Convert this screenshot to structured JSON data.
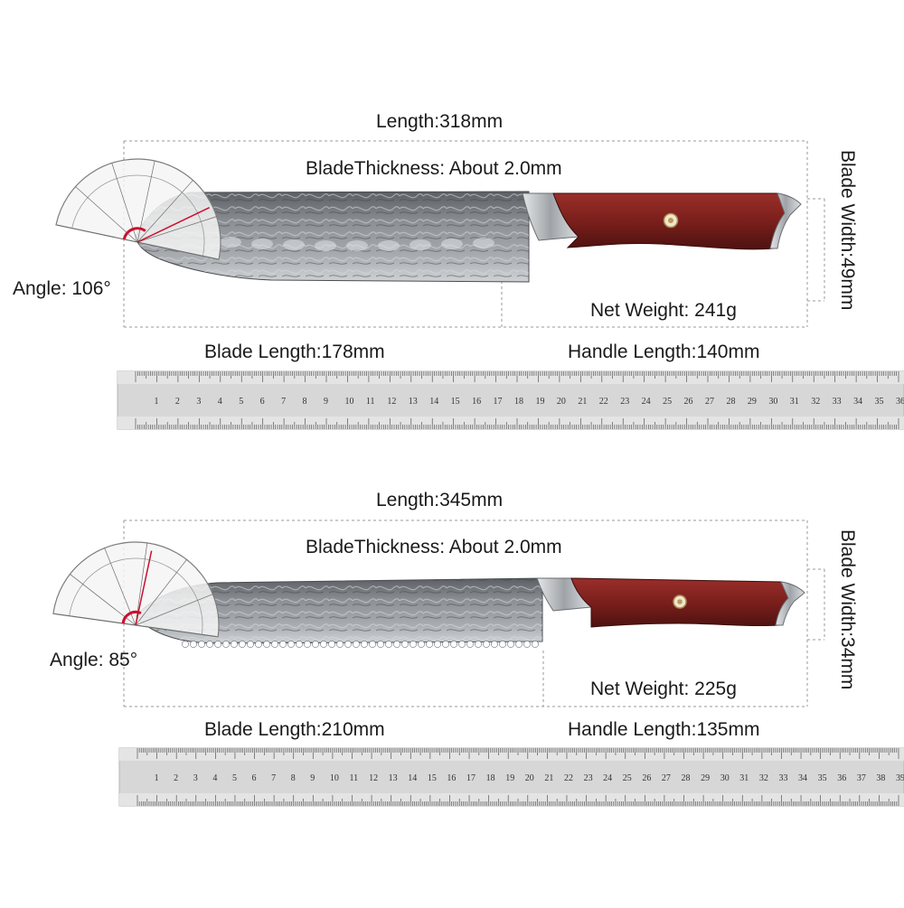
{
  "knives": [
    {
      "length": "Length:318mm",
      "blade_thickness": "BladeThickness: About 2.0mm",
      "blade_width": "Blade Width:49mm",
      "angle": "Angle: 106°",
      "net_weight": "Net Weight: 241g",
      "blade_length": "Blade Length:178mm",
      "handle_length": "Handle Length:140mm",
      "ruler_max": 36
    },
    {
      "length": "Length:345mm",
      "blade_thickness": "BladeThickness: About 2.0mm",
      "blade_width": "Blade Width:34mm",
      "angle": "Angle: 85°",
      "net_weight": "Net Weight: 225g",
      "blade_length": "Blade Length:210mm",
      "handle_length": "Handle Length:135mm",
      "ruler_max": 39
    }
  ],
  "colors": {
    "handle": "#7a1f1c",
    "blade": "#8d9196",
    "bolster": "#c9ccd0",
    "angle_marker": "#c8102e",
    "ruler": "#d7d7d7"
  }
}
